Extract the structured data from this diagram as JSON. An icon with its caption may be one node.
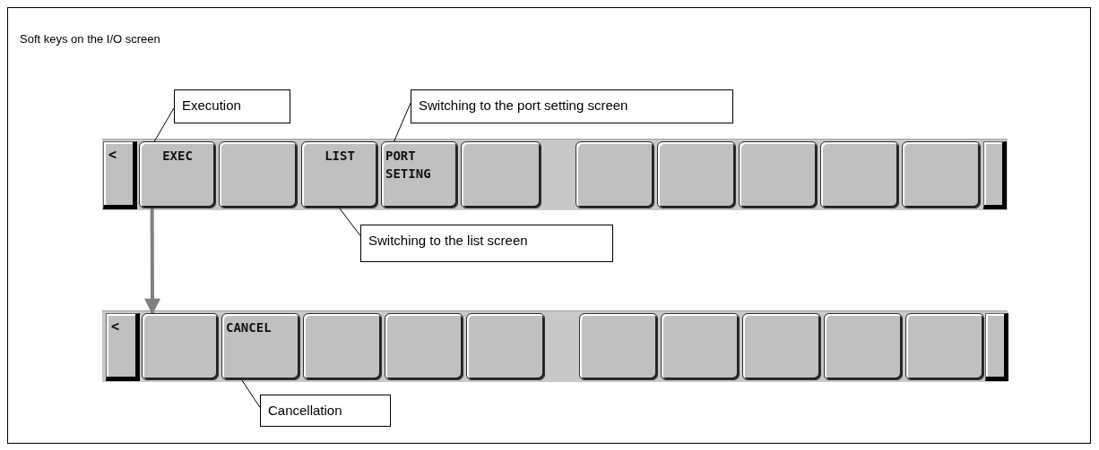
{
  "diagram": {
    "title": "Soft keys on the I/O screen",
    "nodes": [
      {
        "text": [
          "Execution"
        ]
      },
      {
        "text": [
          "Switching to the port setting screen"
        ]
      },
      {
        "text": [
          "<"
        ]
      },
      {
        "text": [
          "EXEC"
        ]
      },
      {
        "text": [],
        "shape": "box"
      },
      {
        "text": [
          "LIST"
        ]
      },
      {
        "text": [
          "PORT SETING"
        ]
      },
      {
        "text": [],
        "shape": "box"
      },
      {
        "text": [],
        "shape": "box"
      },
      {
        "text": [],
        "shape": "box"
      },
      {
        "text": [],
        "shape": "box"
      },
      {
        "text": [],
        "shape": "box"
      },
      {
        "text": [],
        "shape": "box"
      },
      {
        "text": [],
        "shape": "box"
      },
      {
        "text": [
          "Switching to the list screen"
        ]
      },
      {
        "text": [
          "<"
        ]
      },
      {
        "text": [],
        "shape": "box"
      },
      {
        "text": [
          "CANCEL"
        ]
      },
      {
        "text": [],
        "shape": "box"
      },
      {
        "text": [],
        "shape": "box"
      },
      {
        "text": [],
        "shape": "box"
      },
      {
        "text": [],
        "shape": "box"
      },
      {
        "text": [],
        "shape": "box"
      },
      {
        "text": [],
        "shape": "box"
      },
      {
        "text": [],
        "shape": "box"
      },
      {
        "text": [],
        "shape": "box"
      },
      {
        "text": [],
        "shape": "box"
      },
      {
        "text": [
          "Cancellation"
        ]
      }
    ],
    "edges": [
      {
        "from": 0,
        "to": 3,
        "arrow": "none"
      },
      {
        "from": 1,
        "to": 6,
        "arrow": "none"
      },
      {
        "from": 14,
        "to": 5,
        "arrow": "none"
      },
      {
        "from": 3,
        "to": 16,
        "arrow": "to",
        "style": "thick",
        "color": "#808080"
      },
      {
        "from": 27,
        "to": 17,
        "arrow": "none"
      }
    ]
  }
}
